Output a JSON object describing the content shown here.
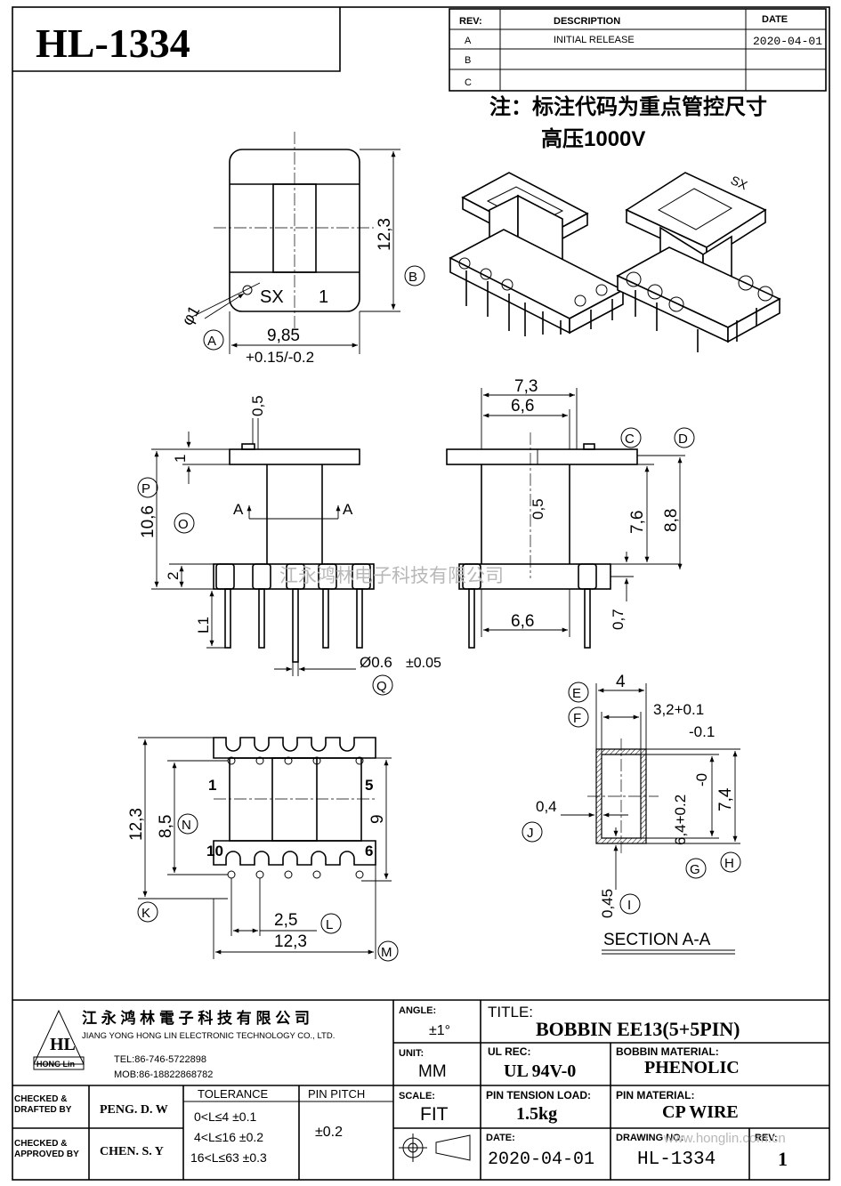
{
  "part_number": "HL-1334",
  "revision_table": {
    "headers": {
      "rev": "REV:",
      "description": "DESCRIPTION",
      "date": "DATE"
    },
    "rows": [
      {
        "rev": "A",
        "description": "INITIAL RELEASE",
        "date": "2020-04-01"
      },
      {
        "rev": "B",
        "description": "",
        "date": ""
      },
      {
        "rev": "C",
        "description": "",
        "date": ""
      }
    ]
  },
  "notes": {
    "line1": "注：标注代码为重点管控尺寸",
    "line2": "高压1000V"
  },
  "watermark": "江永鸿林电子科技有限公司",
  "top_view": {
    "marking_left": "SX",
    "marking_right": "1",
    "dim_height": "12,3",
    "dim_width": "9,85",
    "dim_width_tol": "+0.15/-0.2",
    "dim_hole": "φ1",
    "callout_a": "A",
    "callout_b": "B"
  },
  "front_view": {
    "dim_flange_top": "0,5",
    "dim_flange": "1",
    "dim_total": "10,6",
    "dim_base": "2",
    "dim_pin_length": "L1",
    "dim_pin_dia": "Ø0.6",
    "dim_pin_dia_tol": "±0.05",
    "section_mark": "A",
    "callout_p": "P",
    "callout_o": "O",
    "callout_q": "Q"
  },
  "side_view": {
    "dim_outer": "7,3",
    "dim_inner": "6,6",
    "dim_inner_bottom": "6,6",
    "dim_gap": "0,5",
    "dim_win": "7,6",
    "dim_win_total": "8,8",
    "dim_pin_offset": "0,7",
    "callout_c": "C",
    "callout_d": "D"
  },
  "bottom_view": {
    "pin_1": "1",
    "pin_5": "5",
    "pin_6": "6",
    "pin_10": "10",
    "dim_height": "12,3",
    "dim_row": "8,5",
    "dim_width_label": "9",
    "dim_pitch": "2,5",
    "dim_width": "12,3",
    "callout_n": "N",
    "callout_k": "K",
    "callout_l": "L",
    "callout_m": "M"
  },
  "section_view": {
    "dim_top": "4",
    "dim_slot": "3,2+0.1",
    "dim_slot_tol": "-0.1",
    "dim_wall": "0,4",
    "dim_inner": "6,4+0.2",
    "dim_inner_tol": "-0",
    "dim_outer": "7,4",
    "dim_bottom": "0,45",
    "title": "SECTION A-A",
    "callout_e": "E",
    "callout_f": "F",
    "callout_j": "J",
    "callout_g": "G",
    "callout_h": "H",
    "callout_i": "I"
  },
  "title_block": {
    "company_cn": "江 永 鸿 林 電 子 科 技 有 限 公 司",
    "company_en": "JIANG YONG HONG LIN ELECTRONIC TECHNOLOGY CO., LTD.",
    "logo_text": "HL",
    "logo_sub": "HONG Lin",
    "tel": "TEL:86-746-5722898",
    "mob": "MOB:86-18822868782",
    "angle_label": "ANGLE:",
    "angle_value": "±1°",
    "unit_label": "UNIT:",
    "unit_value": "MM",
    "scale_label": "SCALE:",
    "scale_value": "FIT",
    "title_label": "TITLE:",
    "title_value": "BOBBIN   EE13(5+5PIN)",
    "ul_label": "UL REC:",
    "ul_value": "UL 94V-0",
    "material_label": "BOBBIN MATERIAL:",
    "material_value": "PHENOLIC",
    "tension_label": "PIN TENSION LOAD:",
    "tension_value": "1.5kg",
    "pin_material_label": "PIN MATERIAL:",
    "pin_material_value": "CP WIRE",
    "date_label": "DATE:",
    "date_value": "2020-04-01",
    "drawing_label": "DRAWING NO:",
    "drawing_value": "HL-1334",
    "rev_label": "REV:",
    "rev_value": "1",
    "checked_drafted": "CHECKED & DRAFTED BY",
    "drafted_name": "PENG. D. W",
    "checked_approved": "CHECKED & APPROVED BY",
    "approved_name": "CHEN. S. Y",
    "tolerance_label": "TOLERANCE",
    "tol_rows": [
      "0<L≤4   ±0.1",
      "4<L≤16  ±0.2",
      "16<L≤63 ±0.3"
    ],
    "pin_pitch_label": "PIN PITCH",
    "pin_pitch_value": "±0.2",
    "website": "www.honglin.com.cn"
  }
}
